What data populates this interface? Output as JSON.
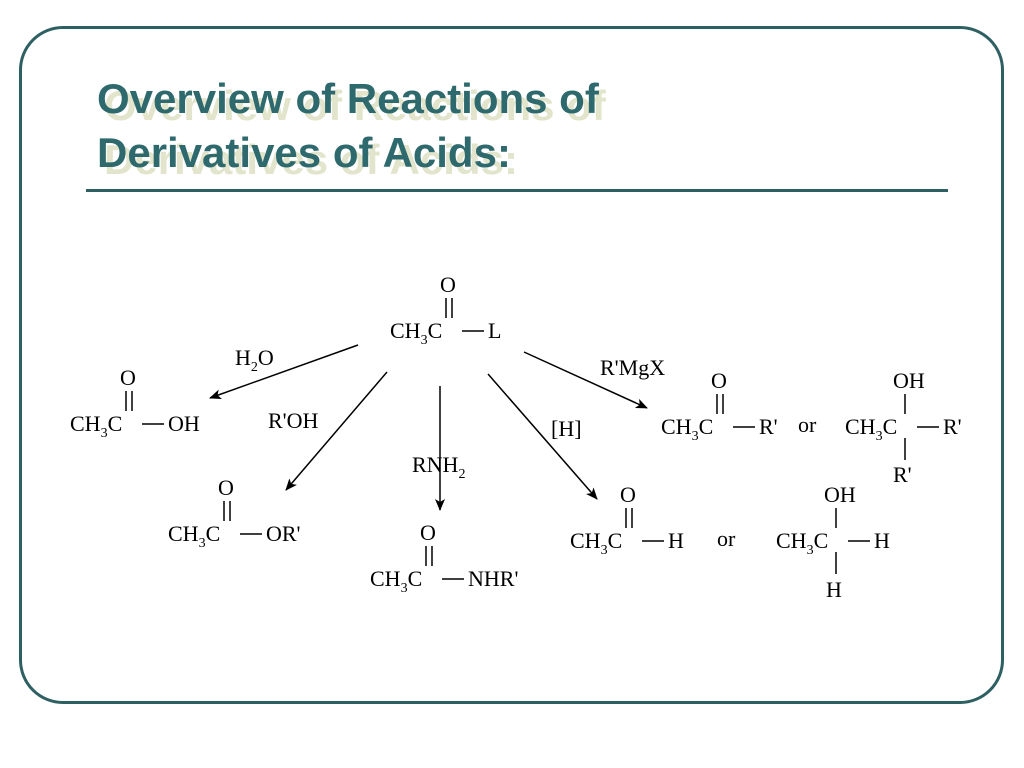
{
  "slide": {
    "title_line1": "Overview of Reactions of",
    "title_line2": "Derivatives of Acids:"
  },
  "scheme": {
    "start": {
      "o": "O",
      "ch": "CH",
      "three": "3",
      "c": "C",
      "l": "L"
    },
    "reagents": {
      "water": {
        "h": "H",
        "two": "2",
        "o": "O"
      },
      "alcohol": "R'OH",
      "amine": {
        "rn": "RNH",
        "two": "2"
      },
      "hydride": "[H]",
      "grignard": "R'MgX"
    },
    "products": {
      "acid": {
        "o": "O",
        "ch": "CH",
        "three": "3",
        "c": "C",
        "r": "OH"
      },
      "ester": {
        "o": "O",
        "ch": "CH",
        "three": "3",
        "c": "C",
        "r": "OR'"
      },
      "amide": {
        "o": "O",
        "ch": "CH",
        "three": "3",
        "c": "C",
        "r": "NHR'"
      },
      "aldehyde": {
        "o": "O",
        "ch": "CH",
        "three": "3",
        "c": "C",
        "r": "H"
      },
      "primary_alcohol": {
        "oh": "OH",
        "ch": "CH",
        "three": "3",
        "c": "C",
        "r": "H",
        "bottom": "H"
      },
      "ketone": {
        "o": "O",
        "ch": "CH",
        "three": "3",
        "c": "C",
        "r": "R'"
      },
      "tertiary_alcohol": {
        "oh": "OH",
        "ch": "CH",
        "three": "3",
        "c": "C",
        "r": "R'",
        "bottom": "R'"
      }
    },
    "or_aldehyde": "or",
    "or_ketone": "or"
  }
}
